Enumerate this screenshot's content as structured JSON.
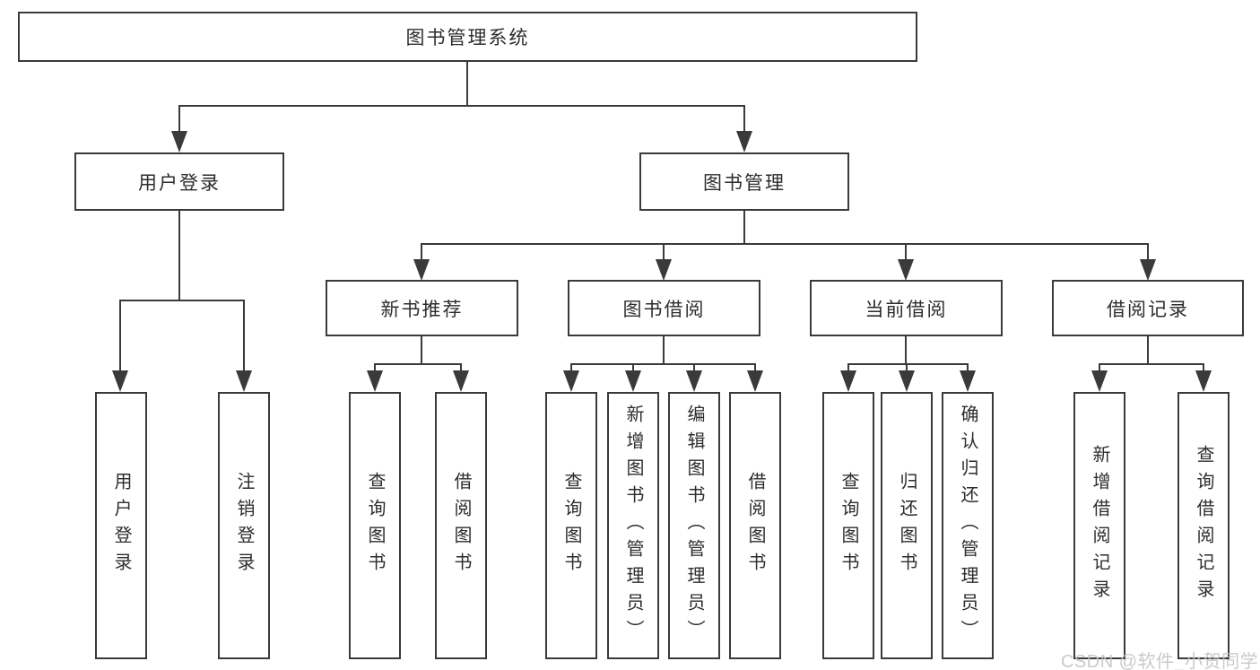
{
  "tree": {
    "root": "图书管理系统",
    "branches": [
      {
        "label": "用户登录",
        "children": [
          "用户登录",
          "注销登录"
        ]
      },
      {
        "label": "图书管理",
        "groups": [
          {
            "label": "新书推荐",
            "children": [
              "查询图书",
              "借阅图书"
            ]
          },
          {
            "label": "图书借阅",
            "children": [
              "查询图书",
              "新增图书（管理员）",
              "编辑图书（管理员）",
              "借阅图书"
            ]
          },
          {
            "label": "当前借阅",
            "children": [
              "查询图书",
              "归还图书",
              "确认归还（管理员）"
            ]
          },
          {
            "label": "借阅记录",
            "children": [
              "新增借阅记录",
              "查询借阅记录"
            ]
          }
        ]
      }
    ]
  },
  "watermark": {
    "text": "CSDN @软件_小贺同学"
  },
  "colors": {
    "line": "#3a3a3a",
    "text": "#2d2d2d",
    "background": "#ffffff",
    "watermark": "#c1c4c8"
  }
}
